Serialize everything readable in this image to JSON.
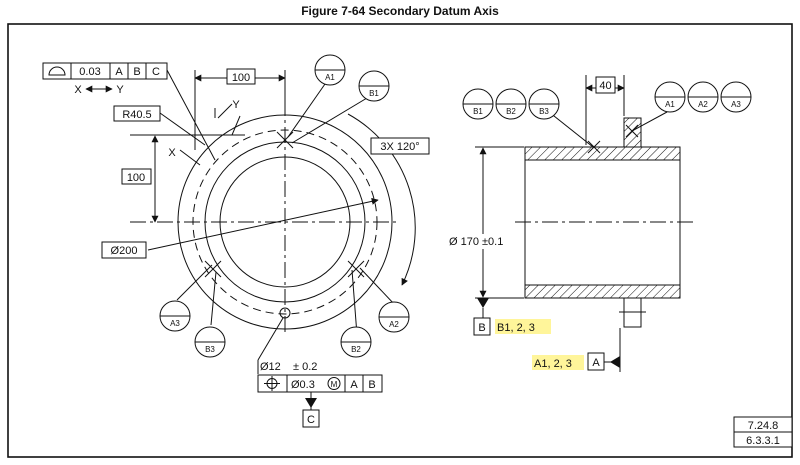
{
  "figure": {
    "title": "Figure 7-64 Secondary Datum Axis"
  },
  "left_view": {
    "profile_fcf": {
      "tolerance": "0.03",
      "datum1": "A",
      "datum2": "B",
      "datum3": "C"
    },
    "xy_arrow": {
      "x": "X",
      "y": "Y"
    },
    "dim_top": "100",
    "dim_left": "100",
    "radius": "R40.5",
    "axis_x": "X",
    "axis_y": "Y",
    "pattern": "3X 120°",
    "diameter": "Ø200",
    "hole_dim": "Ø12",
    "hole_tol": "± 0.2",
    "position_fcf": {
      "tolerance": "Ø0.3",
      "modifier": "M",
      "datum1": "A",
      "datum2": "B"
    },
    "datum_c": "C",
    "targets": {
      "a1": "A1",
      "a2": "A2",
      "a3": "A3",
      "b1": "B1",
      "b2": "B2",
      "b3": "B3"
    }
  },
  "right_view": {
    "dim_top": "40",
    "targets_b": [
      "B1",
      "B2",
      "B3"
    ],
    "targets_a": [
      "A1",
      "A2",
      "A3"
    ],
    "diameter": "Ø 170 ±0.1",
    "datum_b": "B",
    "datum_b_targets": "B1, 2, 3",
    "datum_a": "A",
    "datum_a_targets": "A1, 2, 3"
  },
  "corner_refs": [
    "7.24.8",
    "6.3.3.1"
  ]
}
